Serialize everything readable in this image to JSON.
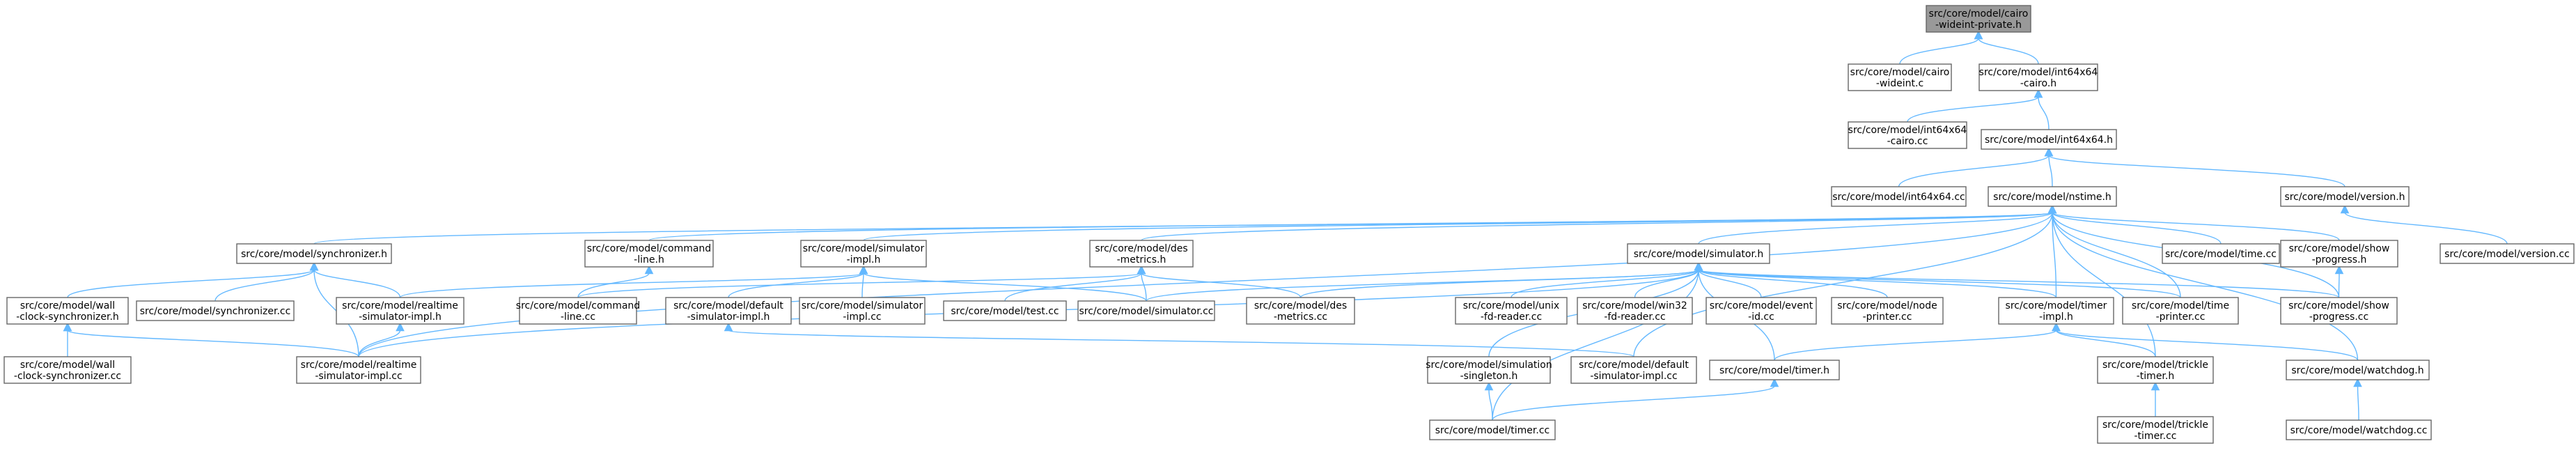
{
  "colors": {
    "edge": "#63b8ff",
    "node_border": "#666666",
    "root_fill": "#999999",
    "node_fill": "#ffffff"
  },
  "nodes": [
    {
      "id": "cairo_wideint_private",
      "lines": [
        "src/core/model/cairo",
        "-wideint-private.h"
      ],
      "root": true
    },
    {
      "id": "cairo_wideint_c",
      "lines": [
        "src/core/model/cairo",
        "-wideint.c"
      ]
    },
    {
      "id": "int64x64_cairo_h",
      "lines": [
        "src/core/model/int64x64",
        "-cairo.h"
      ]
    },
    {
      "id": "int64x64_cairo_cc",
      "lines": [
        "src/core/model/int64x64",
        "-cairo.cc"
      ]
    },
    {
      "id": "int64x64_h",
      "lines": [
        "src/core/model/int64x64.h"
      ]
    },
    {
      "id": "int64x64_cc",
      "lines": [
        "src/core/model/int64x64.cc"
      ]
    },
    {
      "id": "nstime_h",
      "lines": [
        "src/core/model/nstime.h"
      ]
    },
    {
      "id": "version_h",
      "lines": [
        "src/core/model/version.h"
      ]
    },
    {
      "id": "version_cc",
      "lines": [
        "src/core/model/version.cc"
      ]
    },
    {
      "id": "synchronizer_h",
      "lines": [
        "src/core/model/synchronizer.h"
      ]
    },
    {
      "id": "command_line_h",
      "lines": [
        "src/core/model/command",
        "-line.h"
      ]
    },
    {
      "id": "simulator_impl_h",
      "lines": [
        "src/core/model/simulator",
        "-impl.h"
      ]
    },
    {
      "id": "des_metrics_h",
      "lines": [
        "src/core/model/des",
        "-metrics.h"
      ]
    },
    {
      "id": "simulator_h",
      "lines": [
        "src/core/model/simulator.h"
      ]
    },
    {
      "id": "time_cc",
      "lines": [
        "src/core/model/time.cc"
      ]
    },
    {
      "id": "show_progress_h",
      "lines": [
        "src/core/model/show",
        "-progress.h"
      ]
    },
    {
      "id": "wall_clock_sync_h",
      "lines": [
        "src/core/model/wall",
        "-clock-synchronizer.h"
      ]
    },
    {
      "id": "synchronizer_cc",
      "lines": [
        "src/core/model/synchronizer.cc"
      ]
    },
    {
      "id": "realtime_sim_impl_h",
      "lines": [
        "src/core/model/realtime",
        "-simulator-impl.h"
      ]
    },
    {
      "id": "command_line_cc",
      "lines": [
        "src/core/model/command",
        "-line.cc"
      ]
    },
    {
      "id": "default_sim_impl_h",
      "lines": [
        "src/core/model/default",
        "-simulator-impl.h"
      ]
    },
    {
      "id": "simulator_impl_cc",
      "lines": [
        "src/core/model/simulator",
        "-impl.cc"
      ]
    },
    {
      "id": "test_cc",
      "lines": [
        "src/core/model/test.cc"
      ]
    },
    {
      "id": "simulator_cc",
      "lines": [
        "src/core/model/simulator.cc"
      ]
    },
    {
      "id": "des_metrics_cc",
      "lines": [
        "src/core/model/des",
        "-metrics.cc"
      ]
    },
    {
      "id": "unix_fd_reader_cc",
      "lines": [
        "src/core/model/unix",
        "-fd-reader.cc"
      ]
    },
    {
      "id": "win32_fd_reader_cc",
      "lines": [
        "src/core/model/win32",
        "-fd-reader.cc"
      ]
    },
    {
      "id": "event_id_cc",
      "lines": [
        "src/core/model/event",
        "-id.cc"
      ]
    },
    {
      "id": "node_printer_cc",
      "lines": [
        "src/core/model/node",
        "-printer.cc"
      ]
    },
    {
      "id": "timer_impl_h",
      "lines": [
        "src/core/model/timer",
        "-impl.h"
      ]
    },
    {
      "id": "time_printer_cc",
      "lines": [
        "src/core/model/time",
        "-printer.cc"
      ]
    },
    {
      "id": "show_progress_cc",
      "lines": [
        "src/core/model/show",
        "-progress.cc"
      ]
    },
    {
      "id": "wall_clock_sync_cc",
      "lines": [
        "src/core/model/wall",
        "-clock-synchronizer.cc"
      ]
    },
    {
      "id": "realtime_sim_impl_cc",
      "lines": [
        "src/core/model/realtime",
        "-simulator-impl.cc"
      ]
    },
    {
      "id": "sim_singleton_h",
      "lines": [
        "src/core/model/simulation",
        "-singleton.h"
      ]
    },
    {
      "id": "default_sim_impl_cc",
      "lines": [
        "src/core/model/default",
        "-simulator-impl.cc"
      ]
    },
    {
      "id": "timer_h",
      "lines": [
        "src/core/model/timer.h"
      ]
    },
    {
      "id": "trickle_timer_h",
      "lines": [
        "src/core/model/trickle",
        "-timer.h"
      ]
    },
    {
      "id": "watchdog_h",
      "lines": [
        "src/core/model/watchdog.h"
      ]
    },
    {
      "id": "timer_cc",
      "lines": [
        "src/core/model/timer.cc"
      ]
    },
    {
      "id": "trickle_timer_cc",
      "lines": [
        "src/core/model/trickle",
        "-timer.cc"
      ]
    },
    {
      "id": "watchdog_cc",
      "lines": [
        "src/core/model/watchdog.cc"
      ]
    }
  ],
  "edges": [
    [
      "cairo_wideint_private",
      "cairo_wideint_c"
    ],
    [
      "cairo_wideint_private",
      "int64x64_cairo_h"
    ],
    [
      "int64x64_cairo_h",
      "int64x64_cairo_cc"
    ],
    [
      "int64x64_cairo_h",
      "int64x64_h"
    ],
    [
      "int64x64_h",
      "int64x64_cc"
    ],
    [
      "int64x64_h",
      "nstime_h"
    ],
    [
      "int64x64_h",
      "version_h"
    ],
    [
      "version_h",
      "version_cc"
    ],
    [
      "nstime_h",
      "synchronizer_h"
    ],
    [
      "nstime_h",
      "command_line_h"
    ],
    [
      "nstime_h",
      "simulator_impl_h"
    ],
    [
      "nstime_h",
      "des_metrics_h"
    ],
    [
      "nstime_h",
      "simulator_h"
    ],
    [
      "nstime_h",
      "time_cc"
    ],
    [
      "nstime_h",
      "show_progress_h"
    ],
    [
      "nstime_h",
      "show_progress_cc"
    ],
    [
      "nstime_h",
      "time_printer_cc"
    ],
    [
      "nstime_h",
      "timer_impl_h"
    ],
    [
      "nstime_h",
      "trickle_timer_h"
    ],
    [
      "nstime_h",
      "watchdog_h"
    ],
    [
      "nstime_h",
      "realtime_sim_impl_cc"
    ],
    [
      "nstime_h",
      "default_sim_impl_cc"
    ],
    [
      "synchronizer_h",
      "wall_clock_sync_h"
    ],
    [
      "synchronizer_h",
      "synchronizer_cc"
    ],
    [
      "synchronizer_h",
      "realtime_sim_impl_h"
    ],
    [
      "synchronizer_h",
      "realtime_sim_impl_cc"
    ],
    [
      "wall_clock_sync_h",
      "wall_clock_sync_cc"
    ],
    [
      "wall_clock_sync_h",
      "realtime_sim_impl_cc"
    ],
    [
      "realtime_sim_impl_h",
      "realtime_sim_impl_cc"
    ],
    [
      "command_line_h",
      "command_line_cc"
    ],
    [
      "simulator_impl_h",
      "realtime_sim_impl_h"
    ],
    [
      "simulator_impl_h",
      "default_sim_impl_h"
    ],
    [
      "simulator_impl_h",
      "simulator_impl_cc"
    ],
    [
      "simulator_impl_h",
      "simulator_cc"
    ],
    [
      "des_metrics_h",
      "command_line_cc"
    ],
    [
      "des_metrics_h",
      "test_cc"
    ],
    [
      "des_metrics_h",
      "simulator_cc"
    ],
    [
      "des_metrics_h",
      "des_metrics_cc"
    ],
    [
      "default_sim_impl_h",
      "default_sim_impl_cc"
    ],
    [
      "simulator_h",
      "des_metrics_cc"
    ],
    [
      "simulator_h",
      "simulator_cc"
    ],
    [
      "simulator_h",
      "unix_fd_reader_cc"
    ],
    [
      "simulator_h",
      "win32_fd_reader_cc"
    ],
    [
      "simulator_h",
      "event_id_cc"
    ],
    [
      "simulator_h",
      "node_printer_cc"
    ],
    [
      "simulator_h",
      "timer_impl_h"
    ],
    [
      "simulator_h",
      "time_printer_cc"
    ],
    [
      "simulator_h",
      "show_progress_cc"
    ],
    [
      "simulator_h",
      "sim_singleton_h"
    ],
    [
      "simulator_h",
      "timer_h"
    ],
    [
      "simulator_h",
      "timer_cc"
    ],
    [
      "simulator_h",
      "realtime_sim_impl_cc"
    ],
    [
      "show_progress_h",
      "show_progress_cc"
    ],
    [
      "timer_impl_h",
      "timer_h"
    ],
    [
      "timer_impl_h",
      "trickle_timer_h"
    ],
    [
      "timer_impl_h",
      "watchdog_h"
    ],
    [
      "sim_singleton_h",
      "timer_cc"
    ],
    [
      "timer_h",
      "timer_cc"
    ],
    [
      "trickle_timer_h",
      "trickle_timer_cc"
    ],
    [
      "watchdog_h",
      "watchdog_cc"
    ]
  ]
}
